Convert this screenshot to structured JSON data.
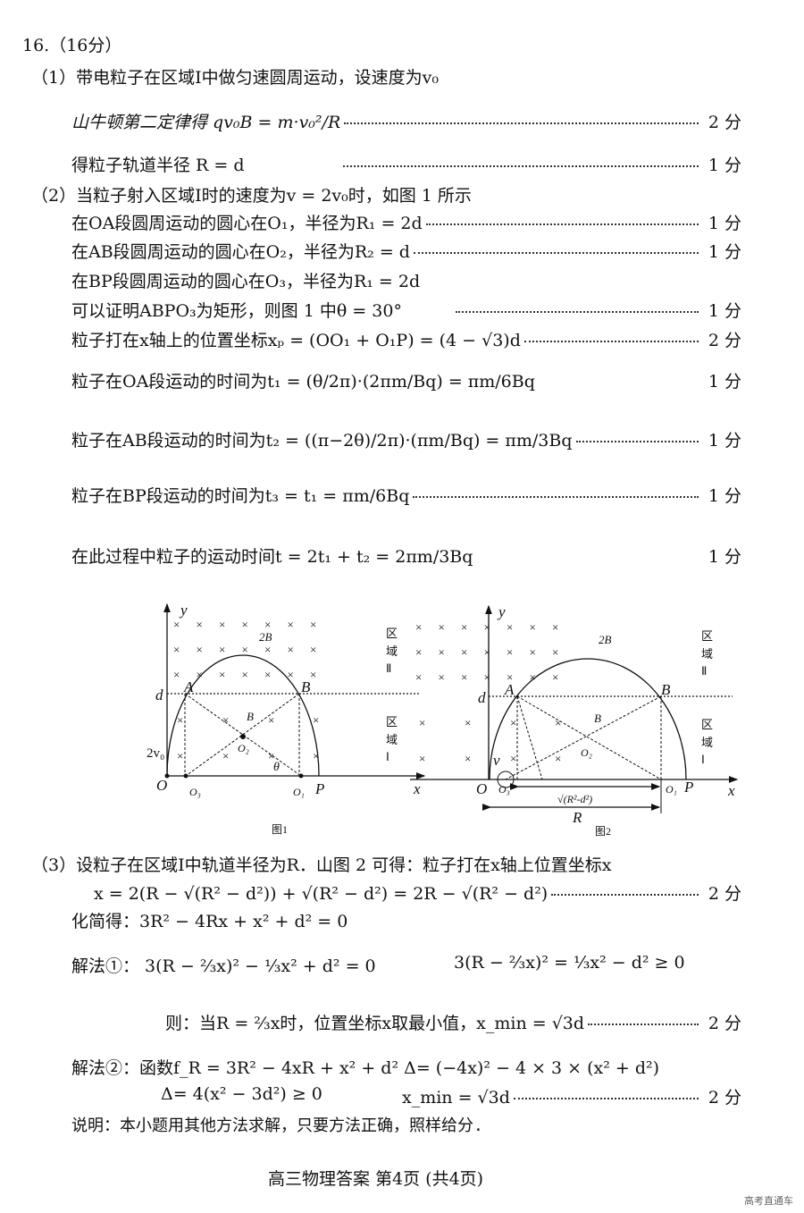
{
  "header": "16.（16分）",
  "part1": {
    "intro": "（1）带电粒子在区域Ⅰ中做匀速圆周运动，设速度为v₀",
    "lines": [
      {
        "text": "山牛顿第二定律得  qv₀B = m·v₀²/R",
        "score": "2 分"
      },
      {
        "text": "得粒子轨道半径    R = d",
        "score": "1 分"
      }
    ]
  },
  "part2": {
    "intro": "（2）当粒子射入区域Ⅰ时的速度为v = 2v₀时，如图 1 所示",
    "lines": [
      {
        "text": "在OA段圆周运动的圆心在O₁，半径为R₁ = 2d",
        "score": "1 分"
      },
      {
        "text": "在AB段圆周运动的圆心在O₂，半径为R₂ = d",
        "score": "1 分"
      },
      {
        "text": "在BP段圆周运动的圆心在O₃，半径为R₁ = 2d",
        "score": ""
      },
      {
        "text": "可以证明ABPO₃为矩形，则图 1 中θ = 30°",
        "score": "1 分"
      },
      {
        "text": "粒子打在x轴上的位置坐标xₚ = (OO₁ + O₁P) = (4 − √3)d",
        "score": "2 分"
      },
      {
        "text": "粒子在OA段运动的时间为t₁ = (θ/2π)·(2πm/Bq) = πm/6Bq",
        "score": "1 分"
      },
      {
        "text": "粒子在AB段运动的时间为t₂ = ((π−2θ)/2π)·(πm/Bq) = πm/3Bq",
        "score": "1 分"
      },
      {
        "text": "粒子在BP段运动的时间为t₃ = t₁ = πm/6Bq",
        "score": "1 分"
      },
      {
        "text": "在此过程中粒子的运动时间t = 2t₁ + t₂ = 2πm/3Bq",
        "score": "1 分"
      }
    ]
  },
  "figure1": {
    "caption": "图1",
    "y": "y",
    "x": "x",
    "O": "O",
    "O1": "O₁",
    "O2": "O₂",
    "O3": "O₃",
    "P": "P",
    "A": "A",
    "B": "B",
    "d": "d",
    "field2": "2B",
    "field1": "B",
    "v": "2v₀",
    "theta": "θ",
    "region2": [
      "区",
      "域",
      "Ⅱ"
    ],
    "region1": [
      "区",
      "域",
      "Ⅰ"
    ]
  },
  "figure2": {
    "caption": "图2",
    "y": "y",
    "x": "x",
    "O": "O",
    "O1": "O₁",
    "O2": "O₂",
    "O3": "O₃",
    "P": "P",
    "A": "A",
    "B": "B",
    "d": "d",
    "field2": "2B",
    "field1": "B",
    "v": "v",
    "sqrt_label": "√(R²-d²)",
    "R_label": "R",
    "region2": [
      "区",
      "域",
      "Ⅱ"
    ],
    "region1": [
      "区",
      "域",
      "Ⅰ"
    ]
  },
  "part3": {
    "intro": "（3）设粒子在区域Ⅰ中轨道半径为R．山图 2 可得：粒子打在x轴上位置坐标x",
    "eq1": {
      "text": "x = 2(R − √(R² − d²)) + √(R² − d²) = 2R − √(R² − d²)",
      "score": "2 分"
    },
    "simplify": "化简得：3R² − 4Rx + x² + d² = 0",
    "method1_a": "解法①：  3(R − ⅔x)² − ⅓x² + d² = 0",
    "method1_b": "3(R − ⅔x)² = ⅓x² − d² ≥ 0",
    "method1_c": {
      "text": "则：当R = ⅔x时，位置坐标x取最小值，x_min = √3d",
      "score": "2 分"
    },
    "method2_a": "解法②：函数f_R = 3R² − 4xR + x² + d²    Δ= (−4x)² − 4 × 3 × (x² + d²)",
    "method2_b1": "Δ= 4(x² − 3d²) ≥ 0",
    "method2_b2": {
      "text": "x_min = √3d",
      "score": "2 分"
    },
    "note": "说明：本小题用其他方法求解，只要方法正确，照样给分."
  },
  "footer": "高三物理答案   第4页 (共4页)",
  "watermark": "高考直通车"
}
